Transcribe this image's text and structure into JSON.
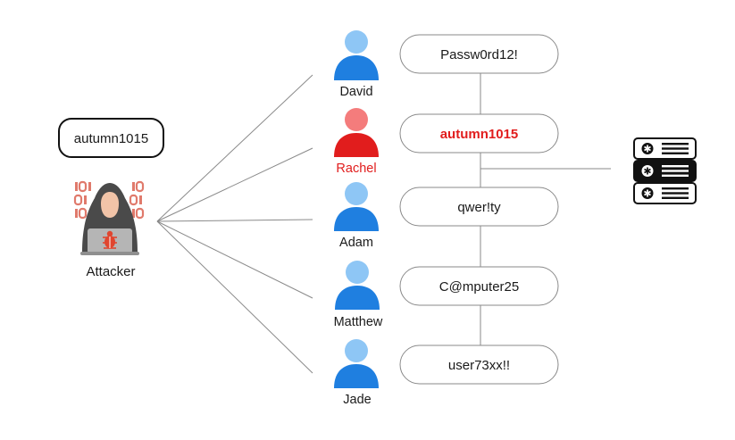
{
  "attacker": {
    "label": "Attacker",
    "guess": "autumn1015",
    "icon": "hooded-hacker-with-laptop-icon"
  },
  "users": [
    {
      "name": "David",
      "password": "Passw0rd12!",
      "compromised": false
    },
    {
      "name": "Rachel",
      "password": "autumn1015",
      "compromised": true
    },
    {
      "name": "Adam",
      "password": "qwer!ty",
      "compromised": false
    },
    {
      "name": "Matthew",
      "password": "C@mputer25",
      "compromised": false
    },
    {
      "name": "Jade",
      "password": "user73xx!!",
      "compromised": false
    }
  ],
  "server": {
    "icon": "server-rack-icon",
    "unit_count": 3,
    "highlighted_unit": 2
  },
  "colors": {
    "user_head": "#8EC6F5",
    "user_body": "#1F7FE0",
    "compromised_head": "#F47C7C",
    "compromised_body": "#E11D1D",
    "compromised_text": "#E11D1D",
    "line": "#8a8a8a",
    "pill_border": "#8a8a8a",
    "hacker_hood": "#4a4a4a",
    "hacker_binary": "#E07A6C",
    "bug": "#E0452F"
  }
}
